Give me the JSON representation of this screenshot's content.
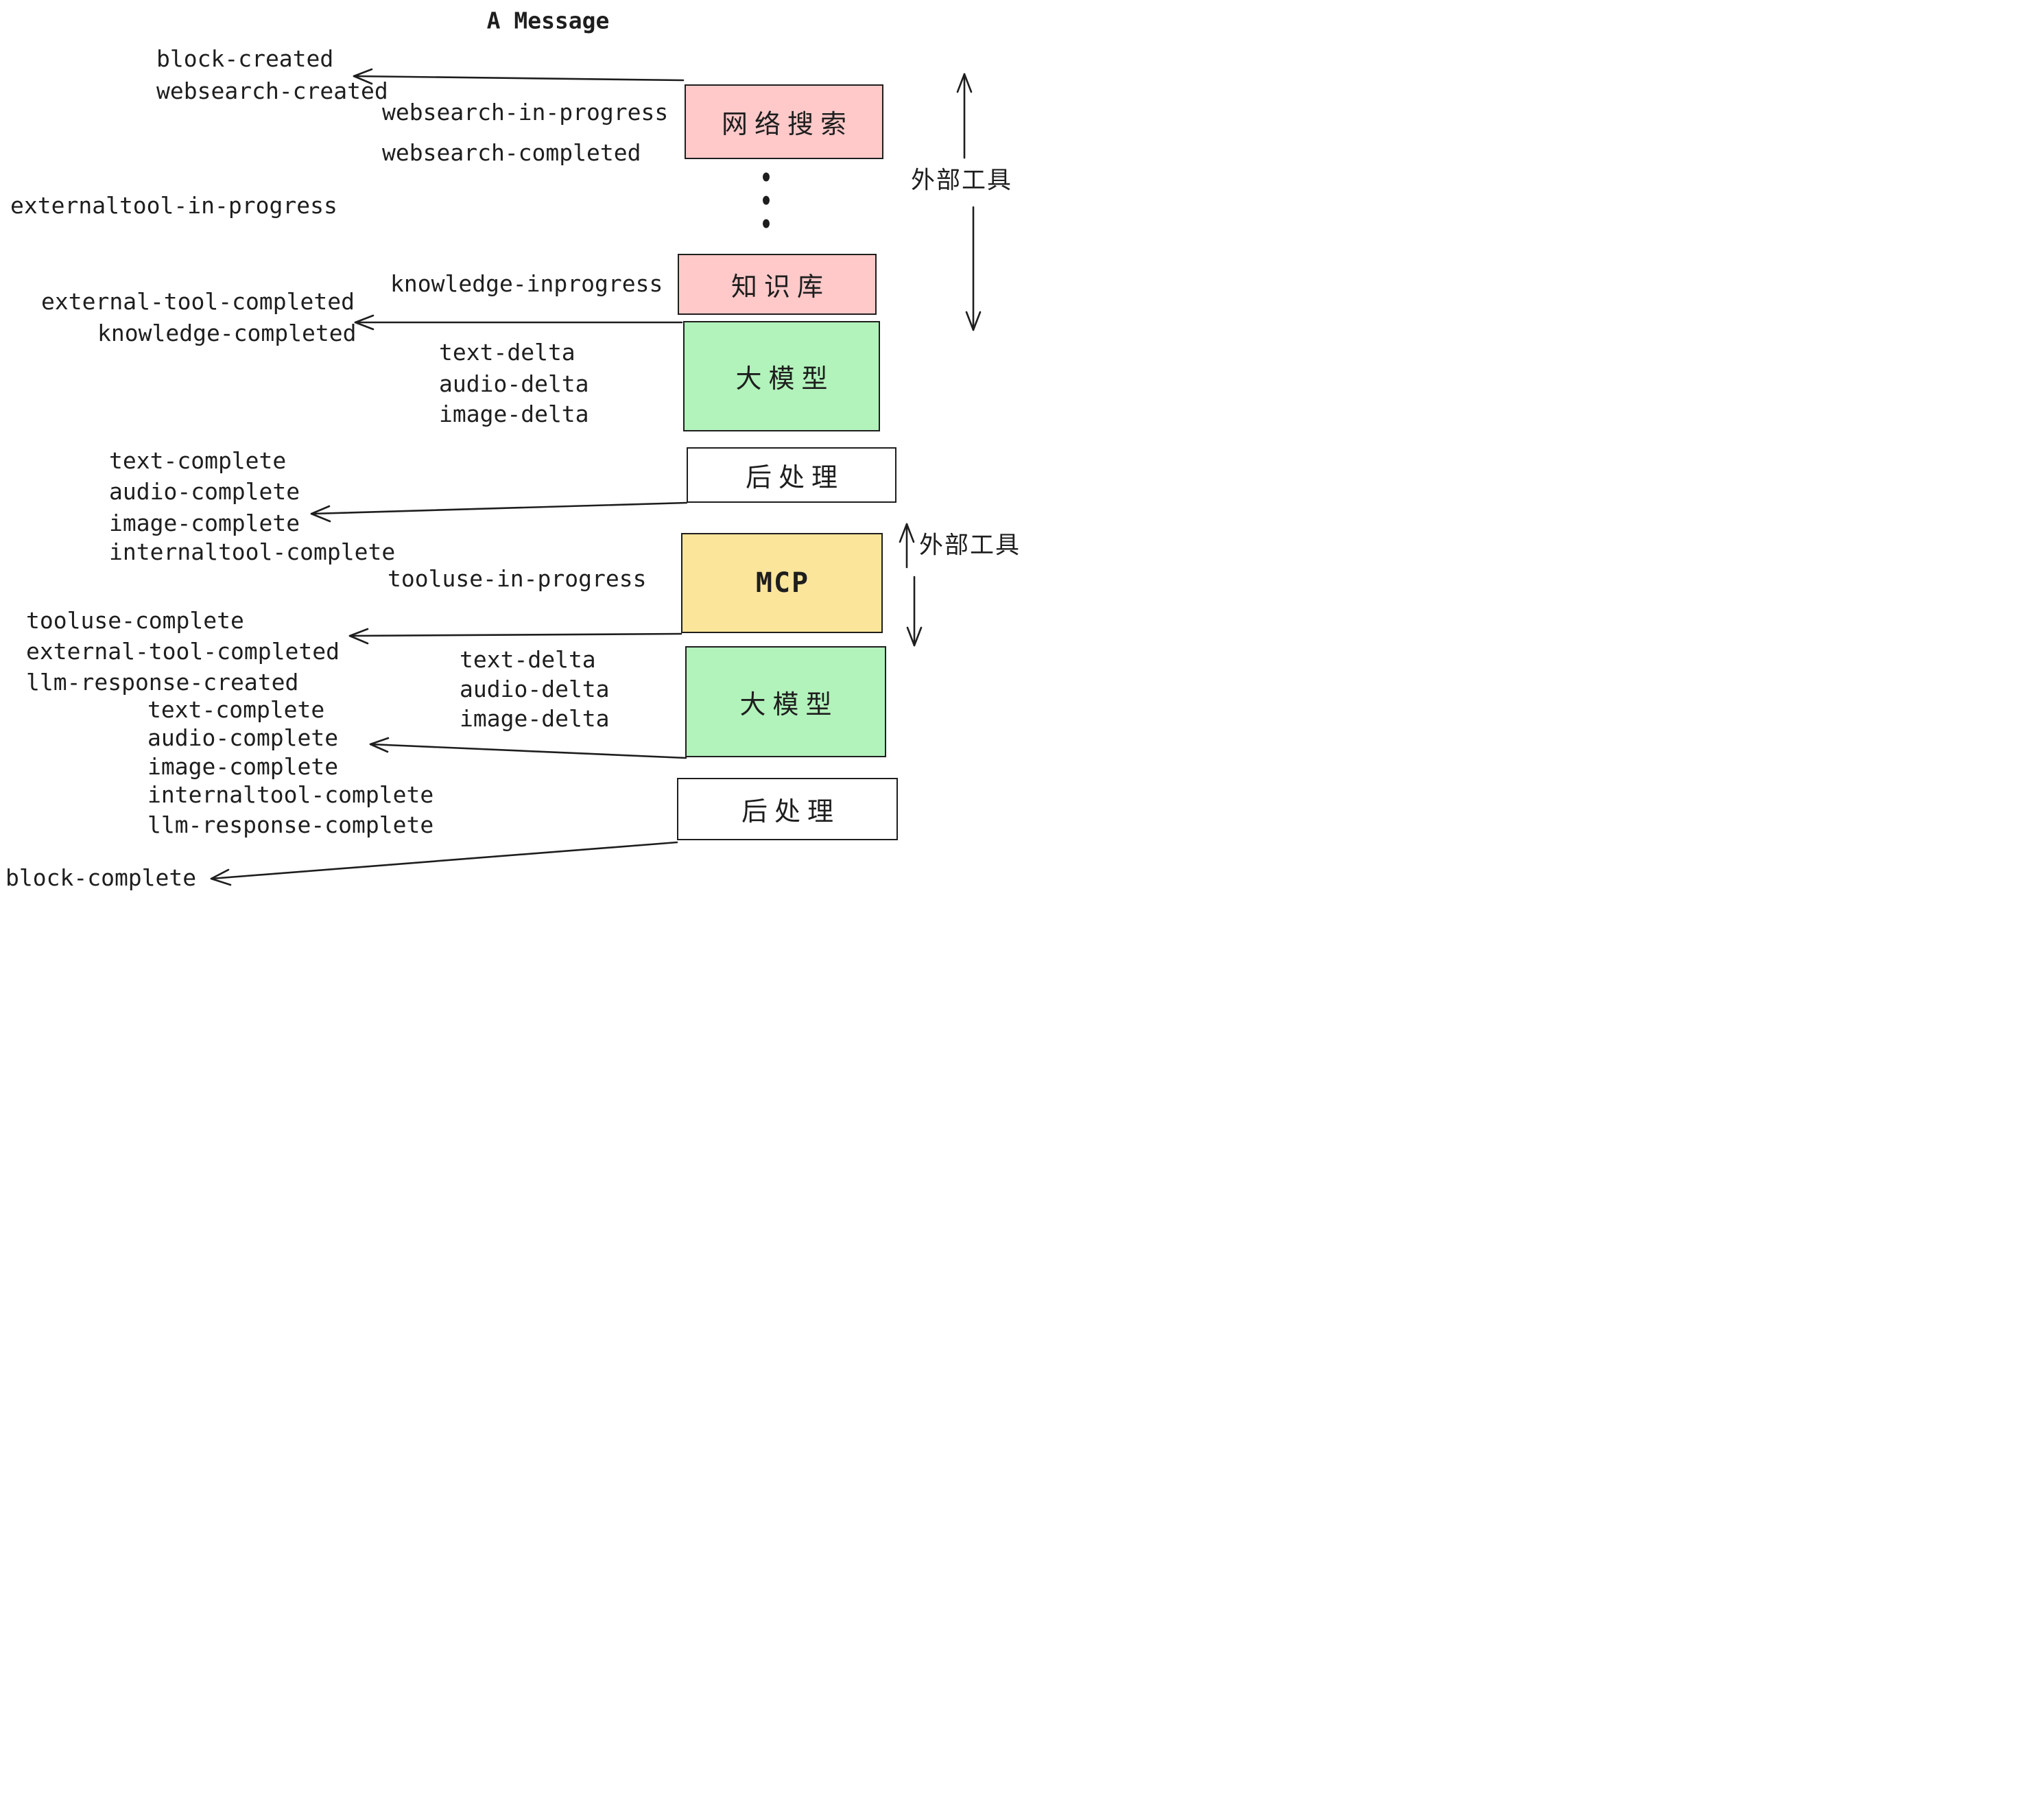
{
  "title": "A Message",
  "boxes": {
    "web_search": "网络搜索",
    "knowledge_base": "知识库",
    "llm": "大模型",
    "post_process": "后处理",
    "mcp": "MCP"
  },
  "side_label": "外部工具",
  "events": {
    "block_created": "block-created",
    "websearch_created": "websearch-created",
    "websearch_in_progress": "websearch-in-progress",
    "websearch_completed": "websearch-completed",
    "externaltool_in_progress": "externaltool-in-progress",
    "knowledge_inprogress": "knowledge-inprogress",
    "external_tool_completed": "external-tool-completed",
    "knowledge_completed": "knowledge-completed",
    "text_delta": "text-delta",
    "audio_delta": "audio-delta",
    "image_delta": "image-delta",
    "text_complete": "text-complete",
    "audio_complete": "audio-complete",
    "image_complete": "image-complete",
    "internaltool_complete": "internaltool-complete",
    "tooluse_in_progress": "tooluse-in-progress",
    "tooluse_complete": "tooluse-complete",
    "external_tool_completed_2": "external-tool-completed",
    "llm_response_created": "llm-response-created",
    "llm_response_complete": "llm-response-complete",
    "block_complete": "block-complete"
  },
  "colors": {
    "box_pink": "#ffc9c9",
    "box_green": "#b2f2bb",
    "box_yellow": "#fbe59a",
    "stroke": "#1e1e1e",
    "background": "#ffffff"
  }
}
